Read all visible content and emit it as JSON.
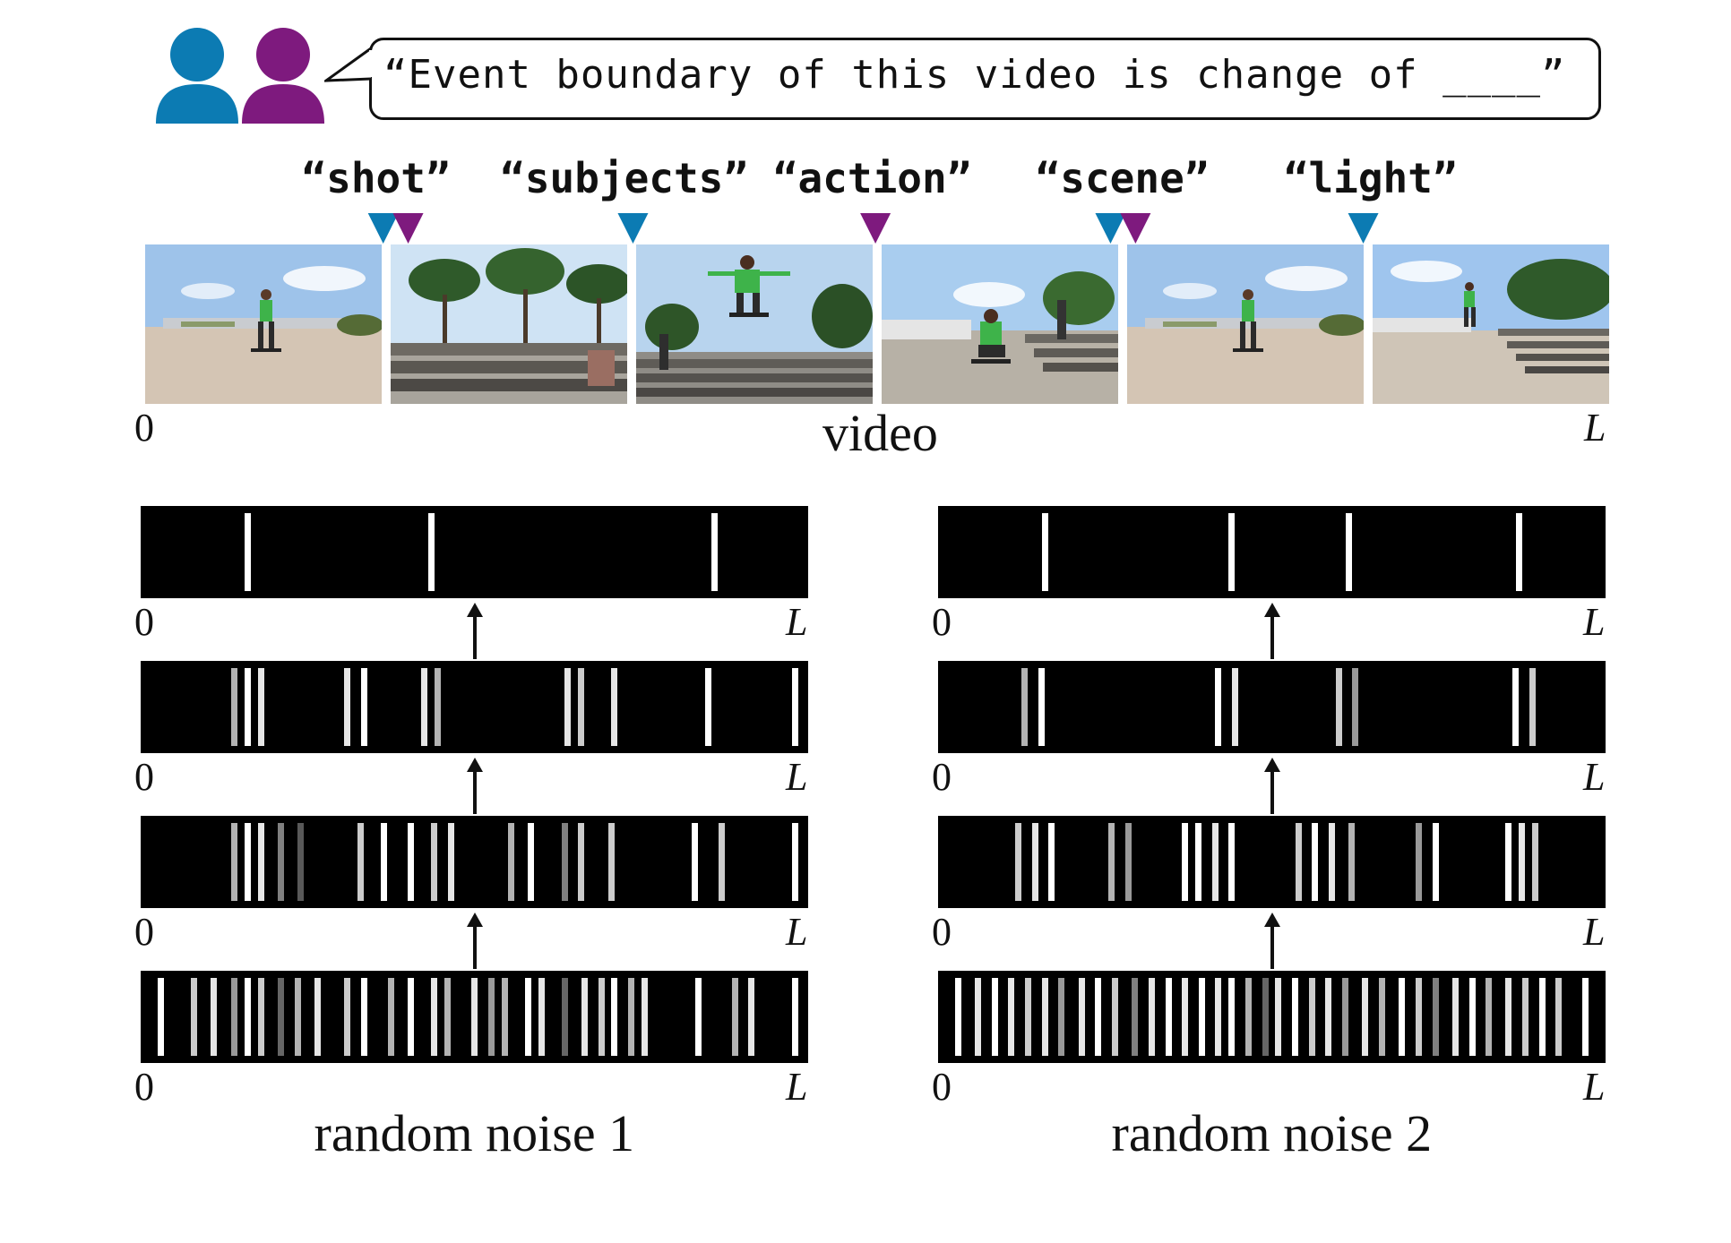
{
  "prompt": {
    "text": "“Event boundary of this video is change of ____”",
    "annotators": [
      {
        "icon": "person-icon",
        "color": "#0c7bb3"
      },
      {
        "icon": "person-icon",
        "color": "#7e1a7e"
      }
    ]
  },
  "categories": [
    {
      "label": "“shot”",
      "position": 0.157
    },
    {
      "label": "“subjects”",
      "position": 0.326
    },
    {
      "label": "“action”",
      "position": 0.495
    },
    {
      "label": "“scene”",
      "position": 0.665
    },
    {
      "label": "“light”",
      "position": 0.834
    }
  ],
  "boundary_markers": [
    {
      "annotator": 1,
      "position": 0.162,
      "color": "#0c7bb3"
    },
    {
      "annotator": 2,
      "position": 0.179,
      "color": "#7e1a7e"
    },
    {
      "annotator": 1,
      "position": 0.332,
      "color": "#0c7bb3"
    },
    {
      "annotator": 2,
      "position": 0.497,
      "color": "#7e1a7e"
    },
    {
      "annotator": 1,
      "position": 0.657,
      "color": "#0c7bb3"
    },
    {
      "annotator": 2,
      "position": 0.674,
      "color": "#7e1a7e"
    },
    {
      "annotator": 1,
      "position": 0.829,
      "color": "#0c7bb3"
    }
  ],
  "video": {
    "label": "video",
    "start_label": "0",
    "end_label": "L",
    "frames": [
      {
        "scene": "rider-far-plaza"
      },
      {
        "scene": "trees-close-steps"
      },
      {
        "scene": "jump-over-steps"
      },
      {
        "scene": "rider-crouch-steps"
      },
      {
        "scene": "rider-far-plaza"
      },
      {
        "scene": "rider-distance-stairs"
      }
    ]
  },
  "colors": {
    "annotator_1": "#0c7bb3",
    "annotator_2": "#7e1a7e",
    "strip_background": "#000000"
  },
  "noise_columns": [
    {
      "caption": "random noise 1",
      "start_label": "0",
      "end_label": "L",
      "strips": [
        {
          "bars": [
            [
              0.16,
              1.0
            ],
            [
              0.435,
              1.0
            ],
            [
              0.86,
              1.0
            ]
          ]
        },
        {
          "bars": [
            [
              0.14,
              0.7
            ],
            [
              0.16,
              1.0
            ],
            [
              0.18,
              0.9
            ],
            [
              0.31,
              0.9
            ],
            [
              0.335,
              1.0
            ],
            [
              0.425,
              0.9
            ],
            [
              0.445,
              0.7
            ],
            [
              0.64,
              0.9
            ],
            [
              0.66,
              0.8
            ],
            [
              0.71,
              0.9
            ],
            [
              0.85,
              1.0
            ],
            [
              0.98,
              1.0
            ]
          ]
        },
        {
          "bars": [
            [
              0.14,
              0.7
            ],
            [
              0.16,
              1.0
            ],
            [
              0.18,
              0.9
            ],
            [
              0.21,
              0.5
            ],
            [
              0.24,
              0.35
            ],
            [
              0.33,
              0.8
            ],
            [
              0.365,
              1.0
            ],
            [
              0.405,
              1.0
            ],
            [
              0.44,
              0.8
            ],
            [
              0.465,
              0.9
            ],
            [
              0.555,
              0.7
            ],
            [
              0.585,
              1.0
            ],
            [
              0.635,
              0.5
            ],
            [
              0.66,
              0.8
            ],
            [
              0.705,
              0.8
            ],
            [
              0.83,
              1.0
            ],
            [
              0.87,
              0.8
            ],
            [
              0.98,
              1.0
            ]
          ]
        },
        {
          "bars": [
            [
              0.03,
              1.0
            ],
            [
              0.08,
              0.8
            ],
            [
              0.11,
              0.9
            ],
            [
              0.14,
              0.6
            ],
            [
              0.16,
              1.0
            ],
            [
              0.18,
              0.8
            ],
            [
              0.21,
              0.4
            ],
            [
              0.235,
              0.7
            ],
            [
              0.265,
              0.9
            ],
            [
              0.31,
              0.8
            ],
            [
              0.335,
              1.0
            ],
            [
              0.375,
              0.7
            ],
            [
              0.405,
              1.0
            ],
            [
              0.44,
              0.9
            ],
            [
              0.46,
              0.7
            ],
            [
              0.5,
              0.9
            ],
            [
              0.525,
              0.6
            ],
            [
              0.545,
              0.7
            ],
            [
              0.58,
              1.0
            ],
            [
              0.6,
              0.9
            ],
            [
              0.635,
              0.4
            ],
            [
              0.665,
              0.9
            ],
            [
              0.69,
              0.8
            ],
            [
              0.71,
              1.0
            ],
            [
              0.735,
              0.7
            ],
            [
              0.755,
              0.9
            ],
            [
              0.835,
              1.0
            ],
            [
              0.89,
              0.7
            ],
            [
              0.915,
              0.9
            ],
            [
              0.98,
              1.0
            ]
          ]
        }
      ]
    },
    {
      "caption": "random noise 2",
      "start_label": "0",
      "end_label": "L",
      "strips": [
        {
          "bars": [
            [
              0.16,
              1.0
            ],
            [
              0.44,
              1.0
            ],
            [
              0.615,
              1.0
            ],
            [
              0.87,
              1.0
            ]
          ]
        },
        {
          "bars": [
            [
              0.13,
              0.7
            ],
            [
              0.155,
              1.0
            ],
            [
              0.42,
              1.0
            ],
            [
              0.445,
              0.9
            ],
            [
              0.6,
              0.8
            ],
            [
              0.625,
              0.6
            ],
            [
              0.865,
              1.0
            ],
            [
              0.89,
              0.8
            ]
          ]
        },
        {
          "bars": [
            [
              0.12,
              0.8
            ],
            [
              0.145,
              0.9
            ],
            [
              0.17,
              1.0
            ],
            [
              0.26,
              0.7
            ],
            [
              0.285,
              0.6
            ],
            [
              0.37,
              1.0
            ],
            [
              0.39,
              1.0
            ],
            [
              0.415,
              0.9
            ],
            [
              0.44,
              1.0
            ],
            [
              0.54,
              0.8
            ],
            [
              0.565,
              1.0
            ],
            [
              0.59,
              0.9
            ],
            [
              0.62,
              0.7
            ],
            [
              0.72,
              0.6
            ],
            [
              0.745,
              1.0
            ],
            [
              0.855,
              1.0
            ],
            [
              0.875,
              0.9
            ],
            [
              0.895,
              0.8
            ]
          ]
        },
        {
          "bars": [
            [
              0.03,
              1.0
            ],
            [
              0.06,
              0.9
            ],
            [
              0.085,
              1.0
            ],
            [
              0.11,
              0.9
            ],
            [
              0.135,
              0.8
            ],
            [
              0.16,
              0.9
            ],
            [
              0.185,
              0.6
            ],
            [
              0.215,
              0.9
            ],
            [
              0.24,
              1.0
            ],
            [
              0.265,
              0.8
            ],
            [
              0.295,
              0.5
            ],
            [
              0.32,
              0.9
            ],
            [
              0.345,
              1.0
            ],
            [
              0.37,
              0.9
            ],
            [
              0.395,
              1.0
            ],
            [
              0.42,
              0.9
            ],
            [
              0.44,
              1.0
            ],
            [
              0.465,
              0.7
            ],
            [
              0.49,
              0.4
            ],
            [
              0.51,
              0.9
            ],
            [
              0.535,
              1.0
            ],
            [
              0.56,
              0.8
            ],
            [
              0.585,
              0.9
            ],
            [
              0.61,
              0.6
            ],
            [
              0.64,
              0.9
            ],
            [
              0.665,
              0.7
            ],
            [
              0.695,
              1.0
            ],
            [
              0.72,
              0.8
            ],
            [
              0.745,
              0.5
            ],
            [
              0.775,
              0.9
            ],
            [
              0.8,
              1.0
            ],
            [
              0.825,
              0.7
            ],
            [
              0.855,
              0.9
            ],
            [
              0.88,
              0.8
            ],
            [
              0.905,
              1.0
            ],
            [
              0.93,
              0.8
            ],
            [
              0.97,
              1.0
            ]
          ]
        }
      ]
    }
  ]
}
